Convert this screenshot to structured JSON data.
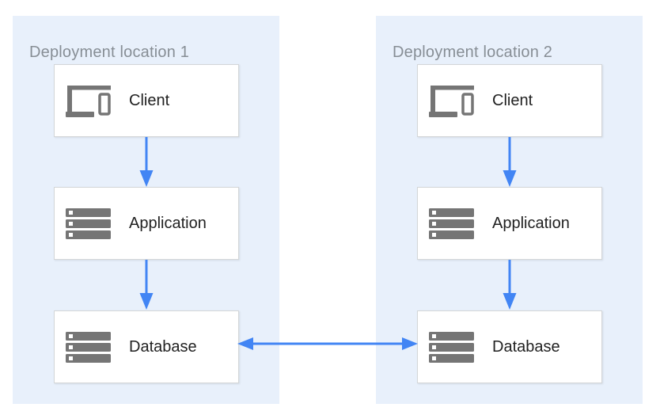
{
  "diagram": {
    "kind": "deployment-architecture-diagram",
    "panels": [
      {
        "title": "Deployment location 1",
        "nodes": [
          {
            "label": "Client",
            "icon": "devices-icon"
          },
          {
            "label": "Application",
            "icon": "server-stack-icon"
          },
          {
            "label": "Database",
            "icon": "server-stack-icon"
          }
        ]
      },
      {
        "title": "Deployment location 2",
        "nodes": [
          {
            "label": "Client",
            "icon": "devices-icon"
          },
          {
            "label": "Application",
            "icon": "server-stack-icon"
          },
          {
            "label": "Database",
            "icon": "server-stack-icon"
          }
        ]
      }
    ],
    "connections": [
      {
        "panel": "Deployment location 1",
        "from": "Client",
        "to": "Application",
        "type": "arrow-down"
      },
      {
        "panel": "Deployment location 1",
        "from": "Application",
        "to": "Database",
        "type": "arrow-down"
      },
      {
        "panel": "Deployment location 2",
        "from": "Client",
        "to": "Application",
        "type": "arrow-down"
      },
      {
        "panel": "Deployment location 2",
        "from": "Application",
        "to": "Database",
        "type": "arrow-down"
      },
      {
        "from": "Database (Deployment location 1)",
        "to": "Database (Deployment location 2)",
        "type": "arrow-bidirectional"
      }
    ],
    "colors": {
      "panel_bg": "#e8f0fb",
      "box_bg": "#ffffff",
      "box_border": "#d3d6d8",
      "arrow": "#4285f4",
      "icon": "#757575",
      "title_text": "#878e95",
      "label_text": "#212121"
    }
  }
}
